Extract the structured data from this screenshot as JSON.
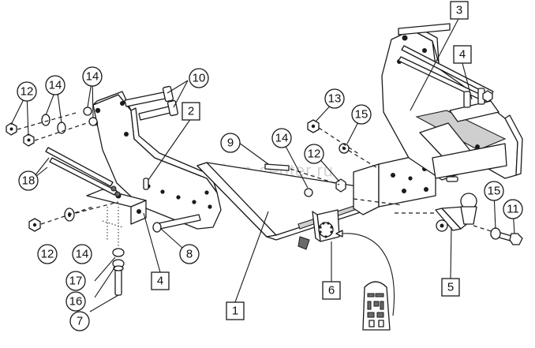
{
  "watermark": "farkop-center.ru",
  "callouts": [
    {
      "id": "1",
      "label": "1",
      "shape": "rect"
    },
    {
      "id": "2",
      "label": "2",
      "shape": "rect"
    },
    {
      "id": "3",
      "label": "3",
      "shape": "rect"
    },
    {
      "id": "4a",
      "label": "4",
      "shape": "rect"
    },
    {
      "id": "4b",
      "label": "4",
      "shape": "rect"
    },
    {
      "id": "5",
      "label": "5",
      "shape": "rect"
    },
    {
      "id": "6",
      "label": "6",
      "shape": "rect"
    },
    {
      "id": "7",
      "label": "7",
      "shape": "circle"
    },
    {
      "id": "8",
      "label": "8",
      "shape": "circle"
    },
    {
      "id": "9",
      "label": "9",
      "shape": "circle"
    },
    {
      "id": "10",
      "label": "10",
      "shape": "circle"
    },
    {
      "id": "11",
      "label": "11",
      "shape": "circle"
    },
    {
      "id": "12a",
      "label": "12",
      "shape": "circle"
    },
    {
      "id": "12b",
      "label": "12",
      "shape": "circle"
    },
    {
      "id": "12c",
      "label": "12",
      "shape": "circle"
    },
    {
      "id": "13",
      "label": "13",
      "shape": "circle"
    },
    {
      "id": "14a",
      "label": "14",
      "shape": "circle"
    },
    {
      "id": "14b",
      "label": "14",
      "shape": "circle"
    },
    {
      "id": "14c",
      "label": "14",
      "shape": "circle"
    },
    {
      "id": "14d",
      "label": "14",
      "shape": "circle"
    },
    {
      "id": "15a",
      "label": "15",
      "shape": "circle"
    },
    {
      "id": "15b",
      "label": "15",
      "shape": "circle"
    },
    {
      "id": "16",
      "label": "16",
      "shape": "circle"
    },
    {
      "id": "17",
      "label": "17",
      "shape": "circle"
    },
    {
      "id": "18",
      "label": "18",
      "shape": "circle"
    }
  ]
}
